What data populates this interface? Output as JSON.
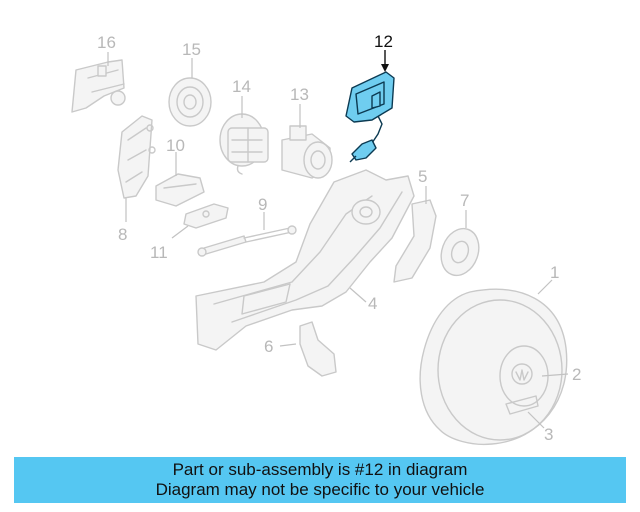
{
  "diagram": {
    "highlighted_part": "12",
    "callouts": [
      "1",
      "2",
      "3",
      "4",
      "5",
      "6",
      "7",
      "8",
      "9",
      "10",
      "11",
      "12",
      "13",
      "14",
      "15",
      "16"
    ],
    "colors": {
      "highlight": "#6fcdf0",
      "outline": "#c9c9c9",
      "banner": "#55c7f2"
    }
  },
  "banner": {
    "line1": "Part or sub-assembly is #12 in diagram",
    "line2": "Diagram may not be specific to your vehicle"
  }
}
